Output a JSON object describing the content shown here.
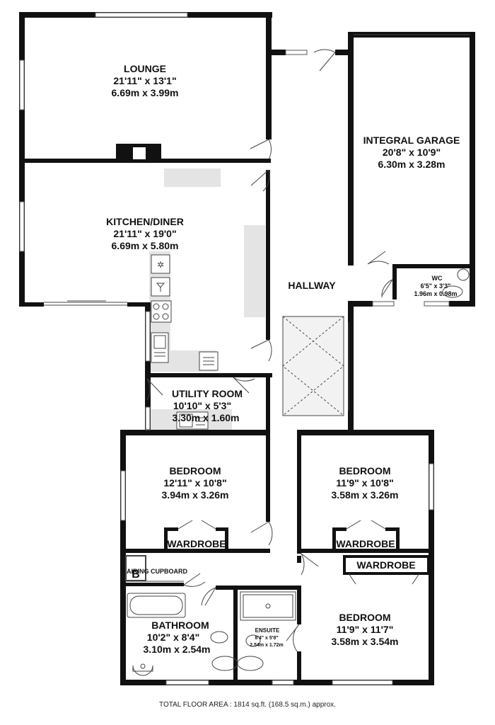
{
  "rooms": {
    "lounge": {
      "name": "LOUNGE",
      "imperial": "21'11\"  x 13'1\"",
      "metric": "6.69m  x 3.99m"
    },
    "kitchen": {
      "name": "KITCHEN/DINER",
      "imperial": "21'11\"  x 19'0\"",
      "metric": "6.69m  x 5.80m"
    },
    "garage": {
      "name": "INTEGRAL GARAGE",
      "imperial": "20'8\"  x 10'9\"",
      "metric": "6.30m  x 3.28m"
    },
    "hallway": {
      "name": "HALLWAY"
    },
    "wc": {
      "name": "WC",
      "imperial": "6'5\"  x 3'3\"",
      "metric": "1.96m  x 0.98m"
    },
    "utility": {
      "name": "UTILITY ROOM",
      "imperial": "10'10\"  x 5'3\"",
      "metric": "3.30m  x 1.60m"
    },
    "bedroom1": {
      "name": "BEDROOM",
      "imperial": "12'11\"  x 10'8\"",
      "metric": "3.94m  x 3.26m"
    },
    "bedroom2": {
      "name": "BEDROOM",
      "imperial": "11'9\"  x 10'8\"",
      "metric": "3.58m  x 3.26m"
    },
    "bedroom3": {
      "name": "BEDROOM",
      "imperial": "11'9\"  x 11'7\"",
      "metric": "3.58m  x 3.54m"
    },
    "bathroom": {
      "name": "BATHROOM",
      "imperial": "10'2\"  x 8'4\"",
      "metric": "3.10m  x 2.54m"
    },
    "ensuite": {
      "name": "ENSUITE",
      "imperial": "8'4\"  x 5'8\"",
      "metric": "2.54m  x 1.72m"
    }
  },
  "wardrobes": {
    "w1": "WARDROBE",
    "w2": "WARDROBE",
    "w3": "WARDROBE"
  },
  "airing_cupboard": {
    "label": "AIRING CUPBOARD",
    "boiler_letter": "B"
  },
  "footer": {
    "total_floor_area": "TOTAL FLOOR AREA : 1814 sq.ft. (168.5 sq.m.) approx."
  }
}
